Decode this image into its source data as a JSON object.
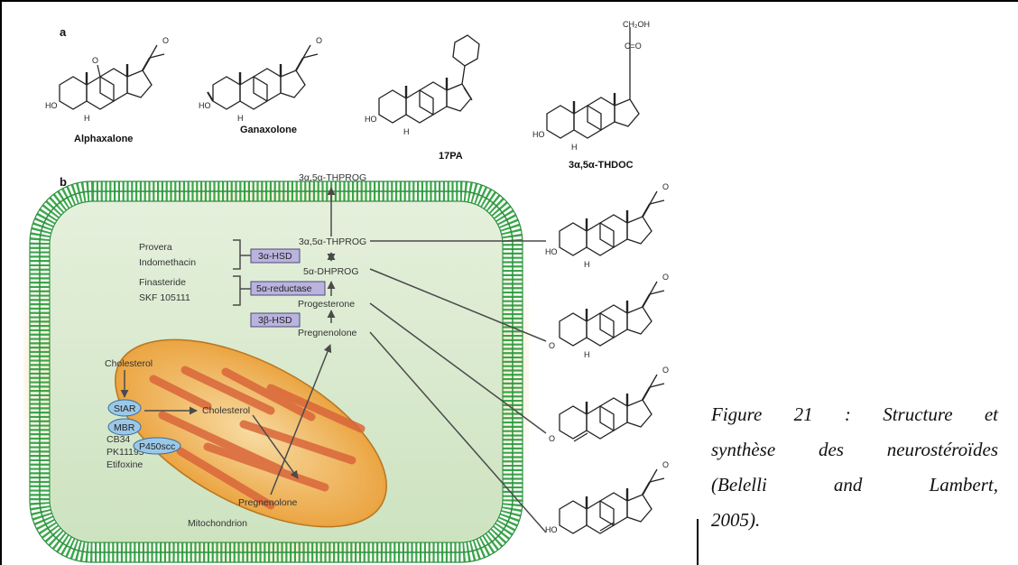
{
  "panel_a": {
    "label": "a",
    "compounds": [
      "Alphaxalone",
      "Ganaxolone",
      "17PA",
      "3α,5α-THDOC"
    ],
    "oxygen": "O",
    "hydrogen": "H",
    "hydroxyl": "HO",
    "ch2oh": "CH₂OH",
    "c_eq_o": "C=O"
  },
  "panel_b": {
    "label": "b",
    "pathway": {
      "top": "3α,5α-THPROG",
      "thprog": "3α,5α-THPROG",
      "dhprog": "5α-DHPROG",
      "progesterone": "Progesterone",
      "pregnenolone": "Pregnenolone",
      "pregnenolone_mito": "Pregnenolone",
      "cholesterol_out": "Cholesterol",
      "cholesterol_in": "Cholesterol"
    },
    "enzymes": {
      "hsd3a": "3α-HSD",
      "reductase": "5α-reductase",
      "hsd3b": "3β-HSD",
      "star": "StAR",
      "mbr": "MBR",
      "p450": "P450scc"
    },
    "inhibitors": {
      "provera": "Provera",
      "indomethacin": "Indomethacin",
      "finasteride": "Finasteride",
      "skf": "SKF 105111",
      "cb34": "CB34",
      "pk": "PK11195",
      "etifoxine": "Etifoxine"
    },
    "mitochondrion": "Mitochondrion"
  },
  "caption_lines": [
    "Figure 21 : Structure et",
    "synthèse des neurostéroïdes",
    "(Belelli and Lambert,",
    "2005)."
  ],
  "colors": {
    "membrane": "#3aa64a",
    "cytoplasm": "#d3e7c7",
    "mito_outer": "#e9a63d",
    "mito_inner": "#f3d49b",
    "cristae": "#d9663a",
    "enzyme_box": "#b9b3dd",
    "protein_blue": "#9cc8e8",
    "line": "#4a4a4a"
  }
}
